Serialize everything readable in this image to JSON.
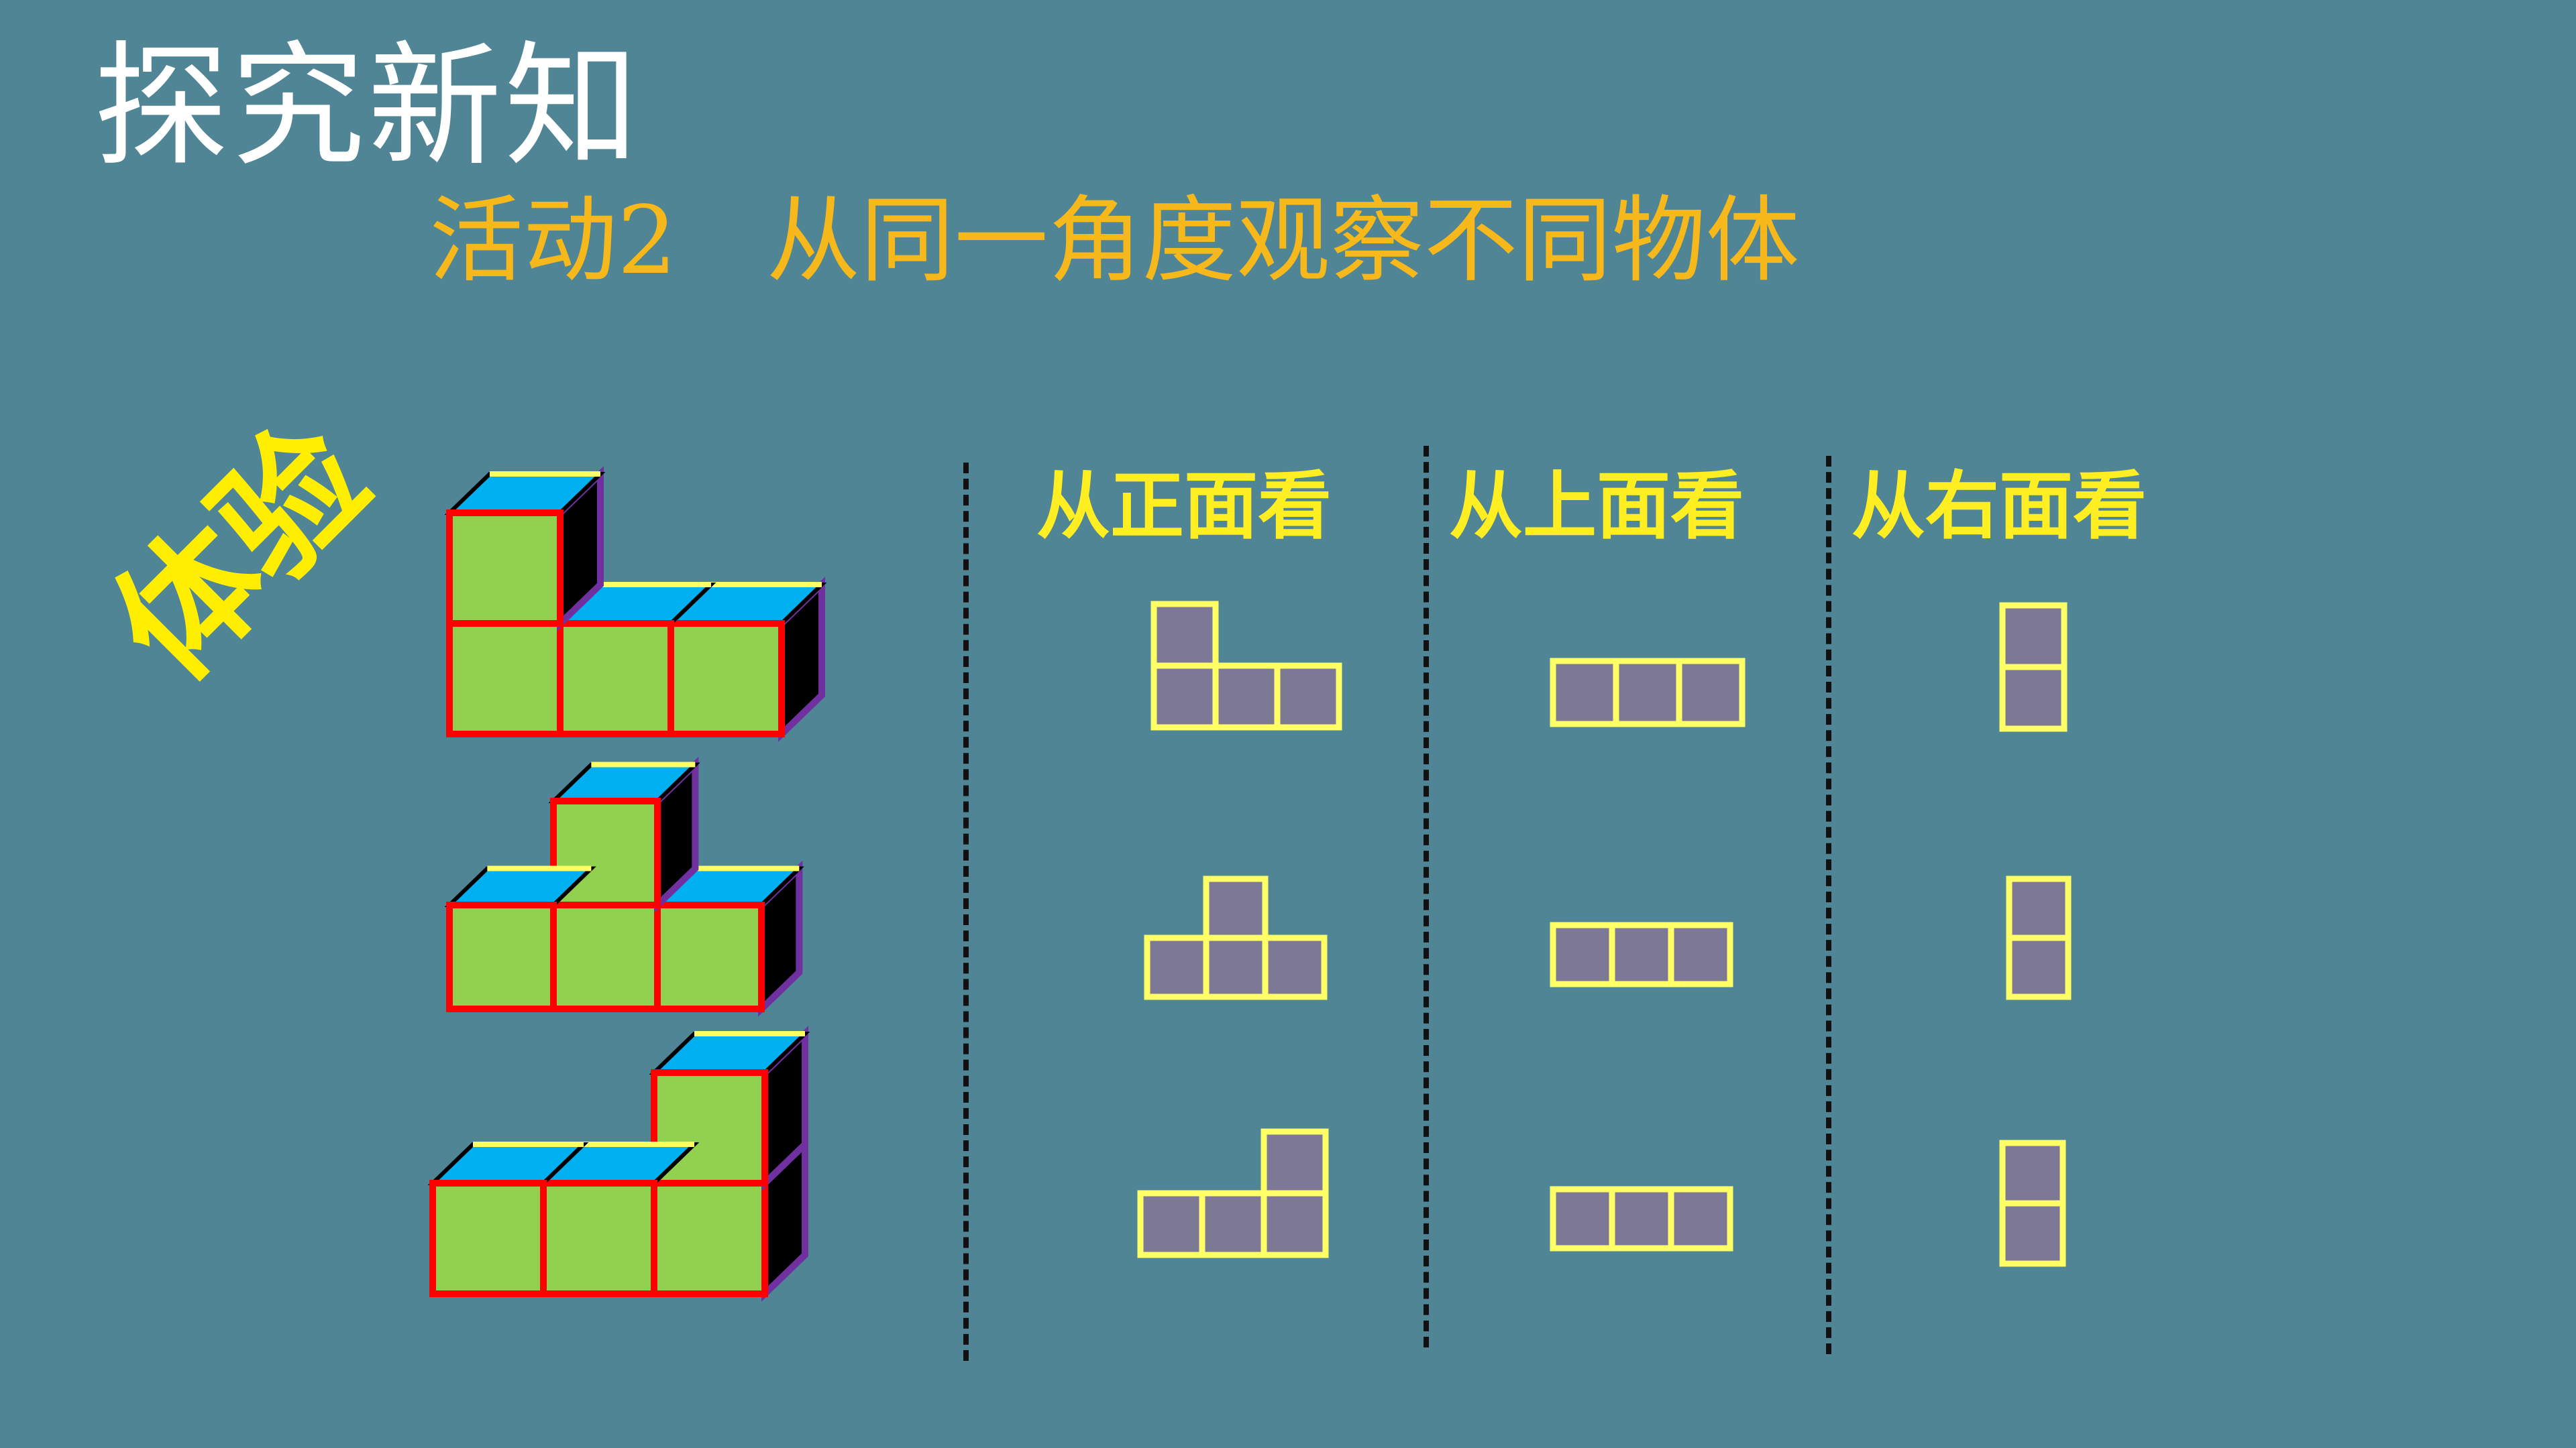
{
  "heading": "探究新知",
  "subtitle": "活动2   从同一角度观察不同物体",
  "badge": "体验",
  "columns": [
    {
      "label": "从正面看"
    },
    {
      "label": "从上面看"
    },
    {
      "label": "从右面看"
    }
  ],
  "colors": {
    "background": "#4f8595",
    "cube_front": "#92d050",
    "cube_top": "#00b0f0",
    "cube_side": "#000000",
    "cube_edge_front": "#ff0000",
    "cube_edge_back": "#7030a0",
    "cube_highlight": "#ffff66",
    "view_fill": "#7d7896",
    "view_border": "#ffff66",
    "label": "#ffee22",
    "subtitle": "#f6b81a"
  },
  "objects": [
    {
      "cubes": [
        [
          0,
          0
        ],
        [
          1,
          0
        ],
        [
          2,
          0
        ],
        [
          0,
          1
        ]
      ],
      "views": {
        "front": [
          [
            0,
            0
          ],
          [
            1,
            0
          ],
          [
            2,
            0
          ],
          [
            0,
            1
          ]
        ],
        "top": [
          [
            0,
            0
          ],
          [
            1,
            0
          ],
          [
            2,
            0
          ]
        ],
        "right": [
          [
            0,
            0
          ],
          [
            0,
            1
          ]
        ]
      }
    },
    {
      "cubes": [
        [
          0,
          0
        ],
        [
          1,
          0
        ],
        [
          2,
          0
        ],
        [
          1,
          1
        ]
      ],
      "views": {
        "front": [
          [
            0,
            0
          ],
          [
            1,
            0
          ],
          [
            2,
            0
          ],
          [
            1,
            1
          ]
        ],
        "top": [
          [
            0,
            0
          ],
          [
            1,
            0
          ],
          [
            2,
            0
          ]
        ],
        "right": [
          [
            0,
            0
          ],
          [
            0,
            1
          ]
        ]
      }
    },
    {
      "cubes": [
        [
          0,
          0
        ],
        [
          1,
          0
        ],
        [
          2,
          0
        ],
        [
          2,
          1
        ]
      ],
      "views": {
        "front": [
          [
            0,
            0
          ],
          [
            1,
            0
          ],
          [
            2,
            0
          ],
          [
            2,
            1
          ]
        ],
        "top": [
          [
            0,
            0
          ],
          [
            1,
            0
          ],
          [
            2,
            0
          ]
        ],
        "right": [
          [
            0,
            0
          ],
          [
            0,
            1
          ]
        ]
      }
    }
  ]
}
